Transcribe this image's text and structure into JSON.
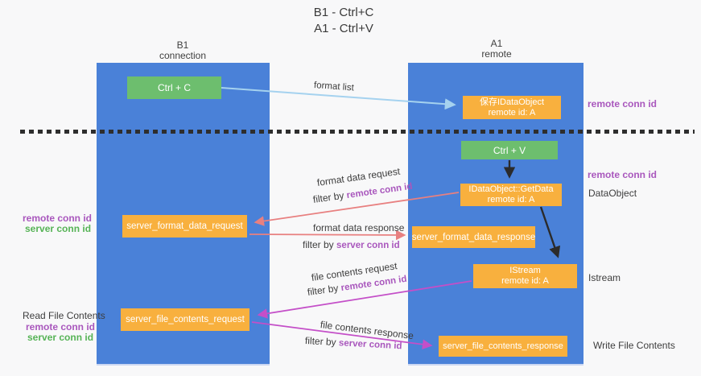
{
  "title": {
    "line1": "B1 - Ctrl+C",
    "line2": "A1 - Ctrl+V"
  },
  "lanes": {
    "left": {
      "name": "B1",
      "role": "connection"
    },
    "right": {
      "name": "A1",
      "role": "remote"
    }
  },
  "nodes": {
    "ctrl_c": "Ctrl + C",
    "store_idataobject": {
      "line1": "保存IDataObject",
      "line2": "remote id: A"
    },
    "ctrl_v": "Ctrl + V",
    "idataobject_getdata": {
      "line1": "IDataObject::GetData",
      "line2": "remote id: A"
    },
    "server_format_data_request": "server_format_data_request",
    "server_format_data_response": "server_format_data_response",
    "istream": {
      "line1": "IStream",
      "line2": "remote id: A"
    },
    "server_file_contents_request": "server_file_contents_request",
    "server_file_contents_response": "server_file_contents_response"
  },
  "edge_labels": {
    "format_list": "format list",
    "format_data_request": "format data request",
    "format_data_response": "format data response",
    "file_contents_request": "file contents request",
    "file_contents_response": "file contents response",
    "filter_by": "filter by",
    "remote_conn_id": "remote conn id",
    "server_conn_id": "server conn id"
  },
  "side_labels": {
    "remote_conn_id": "remote conn id",
    "server_conn_id": "server conn id",
    "dataobject": "DataObject",
    "istream": "Istream",
    "read_file_contents": "Read File Contents",
    "write_file_contents": "Write File Contents"
  },
  "colors": {
    "lane_blue": "#4a81d8",
    "node_green": "#6dbe6e",
    "node_orange": "#f8b03e",
    "arrow_lightblue": "#a5d2ef",
    "arrow_salmon": "#e88080",
    "arrow_magenta": "#c44fc8",
    "arrow_black": "#2b2b2b",
    "label_purple": "#a957bd",
    "label_green": "#56b356",
    "background": "#f8f8f9"
  }
}
